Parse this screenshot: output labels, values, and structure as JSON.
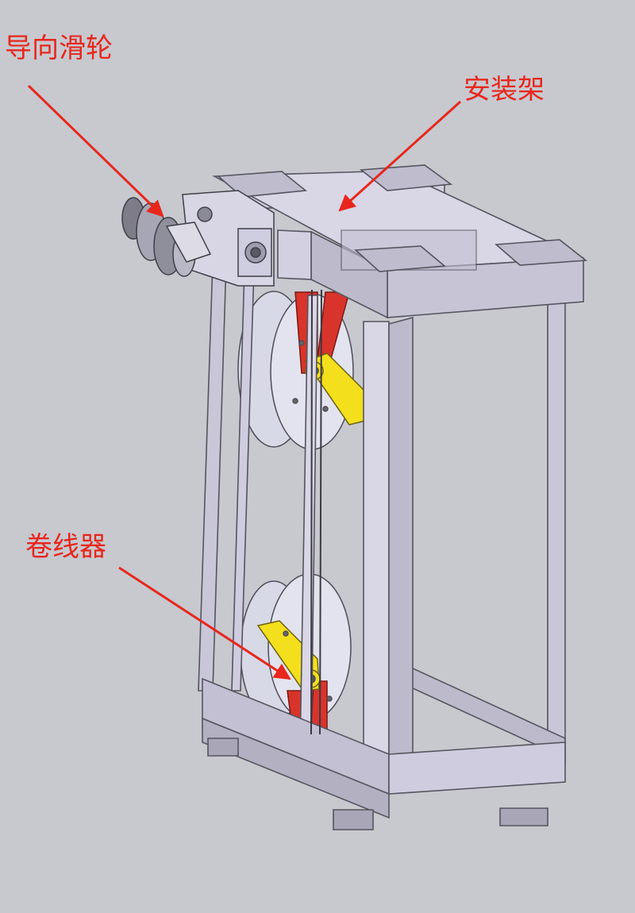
{
  "diagram": {
    "labels": {
      "guide_pulley": "导向滑轮",
      "mounting_frame": "安装架",
      "wire_winder": "卷线器"
    },
    "colors": {
      "background": "#c7c9cf",
      "frame_face": "#d9d6e6",
      "frame_side": "#bdbacb",
      "frame_edge": "#55545e",
      "arrow": "#e8261c",
      "bracket_yellow": "#f3df1c",
      "spoke_red": "#d9342b",
      "reel_face": "#e2e3ee"
    }
  }
}
